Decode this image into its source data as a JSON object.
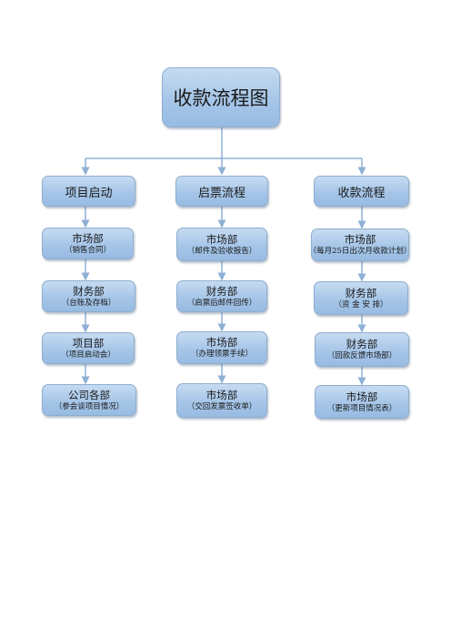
{
  "title": "收款流程图",
  "columns": [
    {
      "header": "项目启动",
      "steps": [
        {
          "title": "市场部",
          "sub": "（销售合同）"
        },
        {
          "title": "财务部",
          "sub": "（台账及存档）"
        },
        {
          "title": "项目部",
          "sub": "（项目启动会）"
        },
        {
          "title": "公司各部",
          "sub": "（参会谈项目情况）"
        }
      ]
    },
    {
      "header": "启票流程",
      "steps": [
        {
          "title": "市场部",
          "sub": "（邮件及验收报告）"
        },
        {
          "title": "财务部",
          "sub": "（启票后邮件回传）"
        },
        {
          "title": "市场部",
          "sub": "（办理领票手续）"
        },
        {
          "title": "市场部",
          "sub": "（交回发票签收单）"
        }
      ]
    },
    {
      "header": "收款流程",
      "steps": [
        {
          "title": "市场部",
          "sub": "（每月25日出次月收款计划）"
        },
        {
          "title": "财务部",
          "sub": "（资 金 安 排）"
        },
        {
          "title": "财务部",
          "sub": "（回款反馈市场部）"
        },
        {
          "title": "市场部",
          "sub": "（更新项目情况表）"
        }
      ]
    }
  ],
  "colors": {
    "node_top": "#c6dbf2",
    "node_bottom": "#98bbe2",
    "border": "#8eaecd",
    "connector": "#8fb0d6"
  }
}
